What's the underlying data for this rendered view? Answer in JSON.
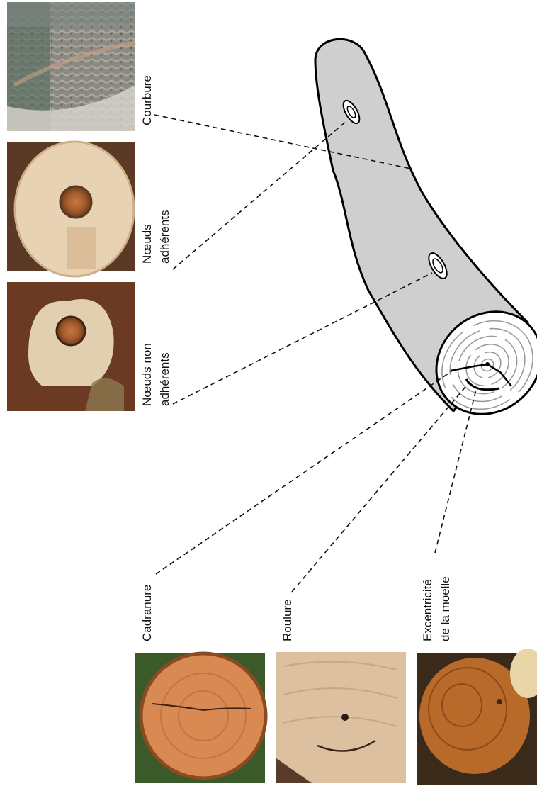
{
  "labels": {
    "courbure": "Courbure",
    "noeuds_adherents": [
      "Nœuds",
      "adhérents"
    ],
    "noeuds_non_adherents": [
      "Nœuds non",
      "adhérents"
    ],
    "cadranure": "Cadranure",
    "roulure": "Roulure",
    "excentricite": [
      "Excentricité",
      "de la moelle"
    ]
  },
  "photos": [
    {
      "name": "bark-photo",
      "subject": "curved log bark",
      "colors": [
        "#6f7b76",
        "#a7a49a",
        "#c8c2b2"
      ]
    },
    {
      "name": "adherent-knot-photo",
      "subject": "adherent knot cross-section",
      "colors": [
        "#e7d2b3",
        "#b86a3a",
        "#5a3a25"
      ]
    },
    {
      "name": "non-adherent-knot-photo",
      "subject": "non-adherent knot cross-section",
      "colors": [
        "#e2cfb0",
        "#8c4a2a",
        "#4a2e1c"
      ]
    },
    {
      "name": "cadranure-photo",
      "subject": "log end with radial crack",
      "colors": [
        "#d88a52",
        "#b85e2e",
        "#3a5a2a"
      ]
    },
    {
      "name": "roulure-photo",
      "subject": "log end with ring shake",
      "colors": [
        "#e3c6aa",
        "#c9a585",
        "#5a3a2a"
      ]
    },
    {
      "name": "excentricite-photo",
      "subject": "log end with off-center pith",
      "colors": [
        "#b86a2a",
        "#8a4a1a",
        "#3a2a1a"
      ]
    }
  ],
  "log_colors": {
    "body": "#cfcfcf",
    "outline": "#000000",
    "end_face": "#ffffff",
    "rings": "#9a9a9a"
  }
}
